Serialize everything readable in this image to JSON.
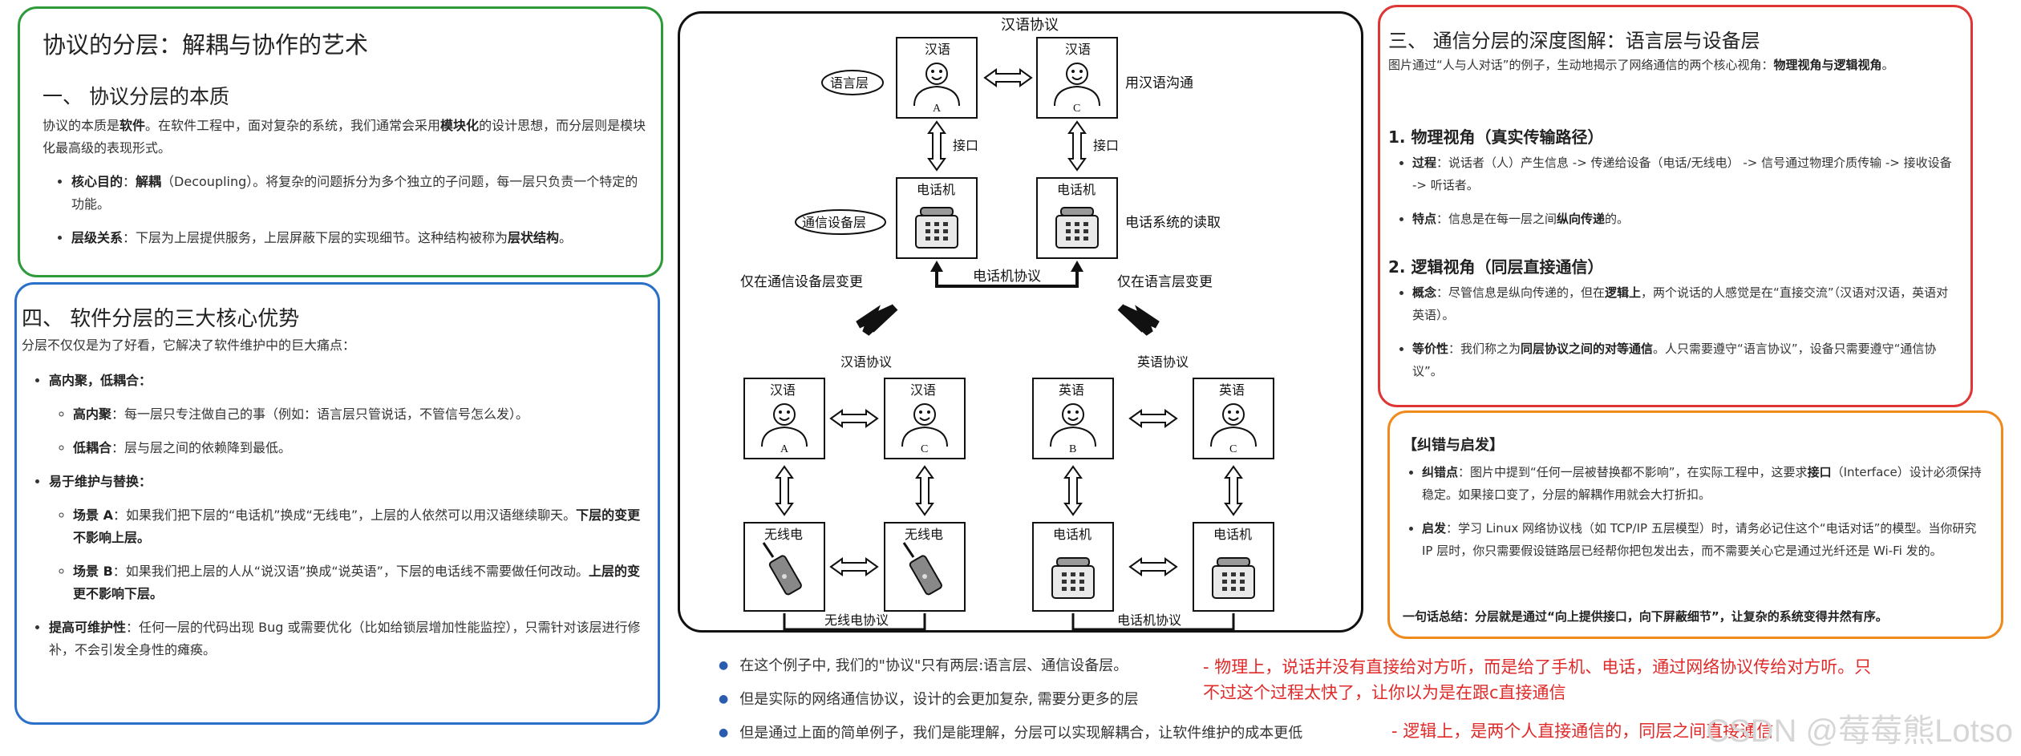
{
  "green": {
    "title": "协议的分层：解耦与协作的艺术",
    "h1": "一、 协议分层的本质",
    "intro_a": "协议的本质是",
    "intro_b": "软件",
    "intro_c": "。在软件工程中，面对复杂的系统，我们通常会采用",
    "intro_d": "模块化",
    "intro_e": "的设计思想，而分层则是模块化最高级的表现形式。",
    "b1_key": "核心目的",
    "b1_mid": "：",
    "b1_key2": "解耦",
    "b1_text": "（Decoupling）。将复杂的问题拆分为多个独立的子问题，每一层只负责一个特定的功能。",
    "b2_key": "层级关系",
    "b2_text": "：下层为上层提供服务，上层屏蔽下层的实现细节。这种结构被称为",
    "b2_key2": "层状结构",
    "b2_end": "。"
  },
  "blue": {
    "title": "四、 软件分层的三大核心优势",
    "intro": "分层不仅仅是为了好看，它解决了软件维护中的巨大痛点：",
    "b1": "高内聚，低耦合：",
    "b1a_key": "高内聚",
    "b1a_text": "：每一层只专注做自己的事（例如：语言层只管说话，不管信号怎么发）。",
    "b1b_key": "低耦合",
    "b1b_text": "：层与层之间的依赖降到最低。",
    "b2": "易于维护与替换：",
    "b2a_key": "场景 A",
    "b2a_text": "：如果我们把下层的“电话机”换成“无线电”，上层的人依然可以用汉语继续聊天。",
    "b2a_bold": "下层的变更不影响上层。",
    "b2b_key": "场景 B",
    "b2b_text": "：如果我们把上层的人从“说汉语”换成“说英语”，下层的电话线不需要做任何改动。",
    "b2b_bold": "上层的变更不影响下层。",
    "b3_key": "提高可维护性",
    "b3_text": "：任何一层的代码出现 Bug 或需要优化（比如给锁层增加性能监控），只需针对该层进行修补，不会引发全身性的瘫痪。"
  },
  "red": {
    "title": "三、 通信分层的深度图解：语言层与设备层",
    "intro_a": "图片通过“人与人对话”的例子，生动地揭示了网络通信的两个核心视角：",
    "intro_b": "物理视角与逻辑视角",
    "intro_c": "。",
    "s1": "1. 物理视角（真实传输路径）",
    "s1a_key": "过程",
    "s1a_text": "：说话者（人）产生信息 -> 传递给设备（电话/无线电） -> 信号通过物理介质传输 -> 接收设备 -> 听话者。",
    "s1b_key": "特点",
    "s1b_text": "：信息是在每一层之间",
    "s1b_bold": "纵向传递",
    "s1b_end": "的。",
    "s2": "2. 逻辑视角（同层直接通信）",
    "s2a_key": "概念",
    "s2a_text": "：尽管信息是纵向传递的，但在",
    "s2a_bold": "逻辑上",
    "s2a_end": "，两个说话的人感觉是在“直接交流”（汉语对汉语，英语对英语）。",
    "s2b_key": "等价性",
    "s2b_text": "：我们称之为",
    "s2b_bold": "同层协议之间的对等通信",
    "s2b_end": "。人只需要遵守“语言协议”，设备只需要遵守“通信协议”。"
  },
  "orange": {
    "title": "【纠错与启发】",
    "b1_key": "纠错点",
    "b1_text": "：图片中提到“任何一层被替换都不影响”，在实际工程中，这要求",
    "b1_bold": "接口",
    "b1_end": "（Interface）设计必须保持稳定。如果接口变了，分层的解耦作用就会大打折扣。",
    "b2_key": "启发",
    "b2_text": "：学习 Linux 网络协议栈（如 TCP/IP 五层模型）时，请务必记住这个“电话对话”的模型。当你研究 IP 层时，你只需要假设链路层已经帮你把包发出去，而不需要关心它是通过光纤还是 Wi-Fi 发的。",
    "summary_a": "一句话总结：",
    "summary_b": "分层就是通过“向上提供接口，向下屏蔽细节”，让复杂的系统变得井然有序。"
  },
  "diagram": {
    "top_protocol": "汉语协议",
    "hanyu": "汉语",
    "yingyu": "英语",
    "person_a": "A",
    "person_b": "B",
    "person_c": "C",
    "language_layer": "语言层",
    "comm_layer": "通信设备层",
    "use_chinese": "用汉语沟通",
    "interface": "接口",
    "phone": "电话机",
    "phone_system": "电话系统的读取",
    "phone_protocol": "电话机协议",
    "only_comm_change": "仅在通信设备层变更",
    "only_lang_change": "仅在语言层变更",
    "chinese_protocol": "汉语协议",
    "english_protocol": "英语协议",
    "radio": "无线电",
    "radio_protocol": "无线电协议"
  },
  "notes": {
    "n1": "在这个例子中, 我们的\"协议\"只有两层:语言层、通信设备层。",
    "n2": "但是实际的网络通信协议，设计的会更加复杂, 需要分更多的层",
    "n3": "但是通过上面的简单例子，我们是能理解，分层可以实现解耦合，让软件维护的成本更低",
    "r1a": "- 物理上，说话并没有直接给对方听，而是给了手机、电话，通过网络协议传给对方听。只",
    "r1b": "不过这个过程太快了，让你以为是在跟c直接通信",
    "r2": "- 逻辑上，是两个人直接通信的，同层之间直接通信",
    "watermark": "CSDN @莓莓熊Lotso"
  }
}
